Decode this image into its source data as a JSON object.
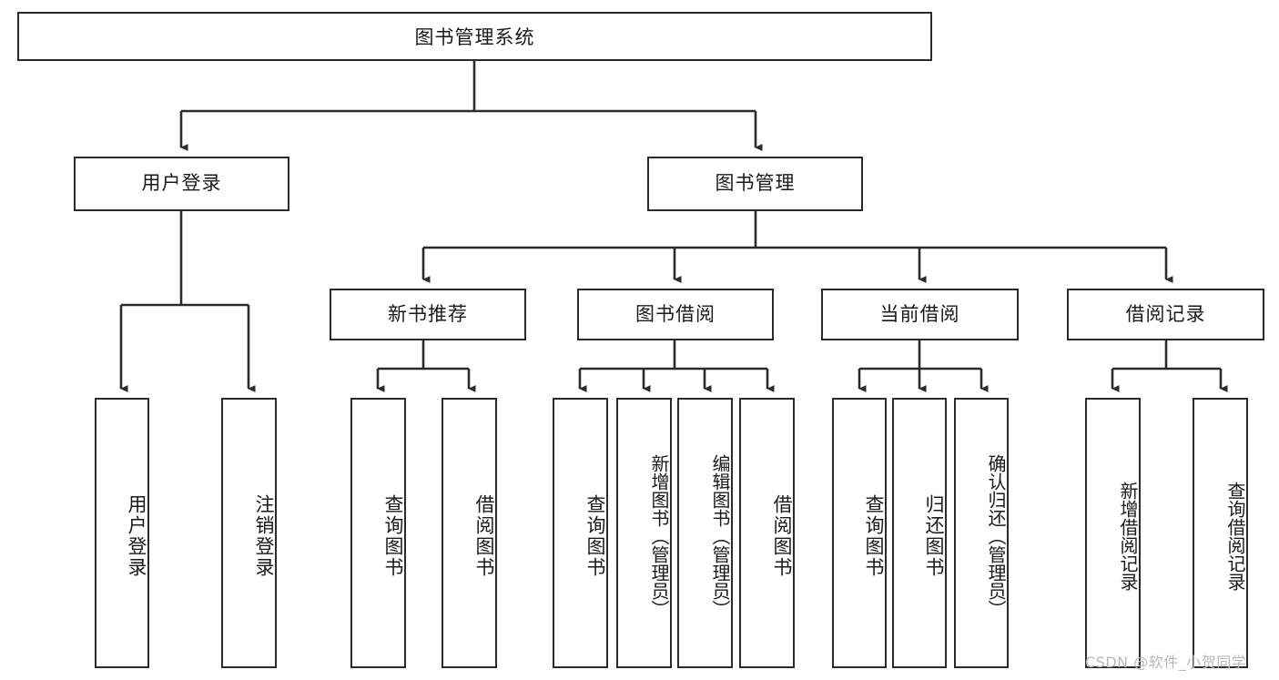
{
  "diagram": {
    "type": "tree-hierarchy-chart",
    "title": "图书管理系统",
    "line_color": "#2b2b2b",
    "box_fill": "#ffffff",
    "text_color": "#1a1a1a",
    "watermark": "CSDN @软件_小贺同学",
    "watermark_color": "#b9b9b9"
  },
  "nodes": {
    "root": {
      "label": "图书管理系统"
    },
    "level2": [
      {
        "id": "user-login",
        "label": "用户登录"
      },
      {
        "id": "book-manage",
        "label": "图书管理"
      }
    ],
    "level3": [
      {
        "id": "new-book-recommend",
        "label": "新书推荐"
      },
      {
        "id": "book-borrow",
        "label": "图书借阅"
      },
      {
        "id": "current-borrow",
        "label": "当前借阅"
      },
      {
        "id": "borrow-record",
        "label": "借阅记录"
      }
    ],
    "leaves": {
      "user-login": [
        {
          "id": "leaf-user-login",
          "label": "用户登录"
        },
        {
          "id": "leaf-logout-login",
          "label": "注销登录"
        }
      ],
      "new-book-recommend": [
        {
          "id": "leaf-query-book-1",
          "label": "查询图书"
        },
        {
          "id": "leaf-borrow-book-1",
          "label": "借阅图书"
        }
      ],
      "book-borrow": [
        {
          "id": "leaf-query-book-2",
          "label": "查询图书"
        },
        {
          "id": "leaf-add-book",
          "label": "新增图书（管理员）"
        },
        {
          "id": "leaf-edit-book",
          "label": "编辑图书（管理员）"
        },
        {
          "id": "leaf-borrow-book-2",
          "label": "借阅图书"
        }
      ],
      "current-borrow": [
        {
          "id": "leaf-query-book-3",
          "label": "查询图书"
        },
        {
          "id": "leaf-return-book",
          "label": "归还图书"
        },
        {
          "id": "leaf-confirm-return",
          "label": "确认归还（管理员）"
        }
      ],
      "borrow-record": [
        {
          "id": "leaf-add-record",
          "label": "新增借阅记录"
        },
        {
          "id": "leaf-query-record",
          "label": "查询借阅记录"
        }
      ]
    }
  }
}
